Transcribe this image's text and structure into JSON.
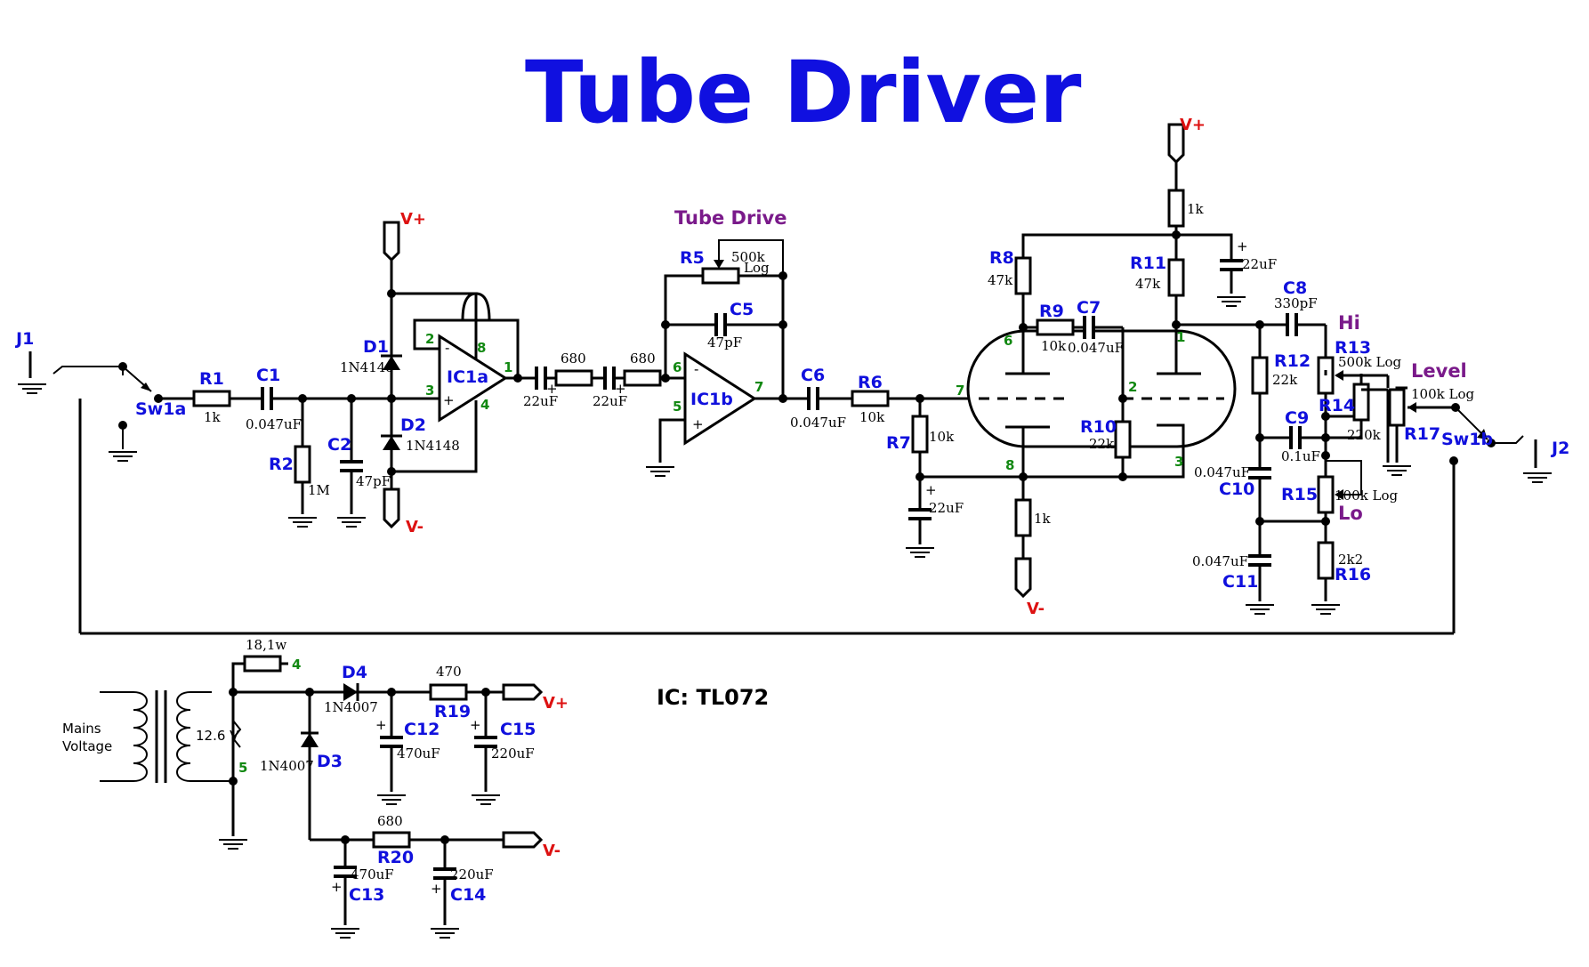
{
  "title": "Tube Driver",
  "ic_note": "IC: TL072",
  "rails": {
    "vplus": "V+",
    "vminus": "V-"
  },
  "controls": {
    "tube_drive": "Tube Drive",
    "hi": "Hi",
    "lo": "Lo",
    "level": "Level"
  },
  "transformer": {
    "primary": "Mains\nVoltage",
    "secondary": "12.6 V"
  },
  "components": {
    "J1": "J1",
    "J2": "J2",
    "Sw1a": "Sw1a",
    "Sw1b": "Sw1b",
    "R1": "R1",
    "R1_val": "1k",
    "C1": "C1",
    "C1_val": "0.047uF",
    "R2": "R2",
    "R2_val": "1M",
    "C2": "C2",
    "C2_val": "47pF",
    "D1": "D1",
    "D1_val": "1N4148",
    "D2": "D2",
    "D2_val": "1N4148",
    "IC1a": "IC1a",
    "IC1b": "IC1b",
    "C_a_val": "22uF",
    "R_a_val": "680",
    "C_b_val": "22uF",
    "R_b_val": "680",
    "R5": "R5",
    "R5_val": "500k",
    "R5_taper": "Log",
    "C5": "C5",
    "C5_val": "47pF",
    "C6": "C6",
    "C6_val": "0.047uF",
    "R6": "R6",
    "R6_val": "10k",
    "R7": "R7",
    "R7_val": "10k",
    "C_k_val": "22uF",
    "R8": "R8",
    "R8_val": "47k",
    "R9": "R9",
    "R9_val": "10k",
    "C7": "C7",
    "C7_val": "0.047uF",
    "R10": "R10",
    "R10_val": "22k",
    "R11": "R11",
    "R11_val": "47k",
    "R_top_val": "1k",
    "C_top_val": "22uF",
    "R_cath_val": "1k",
    "C8": "C8",
    "C8_val": "330pF",
    "R12": "R12",
    "R12_val": "22k",
    "R13": "R13",
    "R13_val": "500k Log",
    "R14": "R14",
    "R14_val": "220k",
    "C9": "C9",
    "C9_val": "0.1uF",
    "C10": "C10",
    "C10_val": "0.047uF",
    "R15": "R15",
    "R15_val": "100k Log",
    "R16": "R16",
    "R16_val": "2k2",
    "C11": "C11",
    "C11_val": "0.047uF",
    "R17": "R17",
    "R17_val": "100k Log",
    "R18_val": "18,1w",
    "D3": "D3",
    "D3_val": "1N4007",
    "D4": "D4",
    "D4_val": "1N4007",
    "R19": "R19",
    "R19_val": "470",
    "R20": "R20",
    "R20_val": "680",
    "C12": "C12",
    "C12_val": "470uF",
    "C13": "C13",
    "C13_val": "470uF",
    "C14": "C14",
    "C14_val": "220uF",
    "C15": "C15",
    "C15_val": "220uF"
  },
  "pins": {
    "ic1a_in_minus": "2",
    "ic1a_in_plus": "3",
    "ic1a_out": "1",
    "ic1a_vplus": "8",
    "ic1a_vminus": "4",
    "ic1b_in_minus": "6",
    "ic1b_in_plus": "5",
    "ic1b_out": "7",
    "tube_grid1": "7",
    "tube_cath1": "8",
    "tube_plate1": "6",
    "tube_grid2": "2",
    "tube_cath2": "3",
    "tube_plate2": "1",
    "tr_top": "4",
    "tr_bot": "5"
  },
  "symbols": {
    "plus": "+",
    "minus": "-"
  }
}
